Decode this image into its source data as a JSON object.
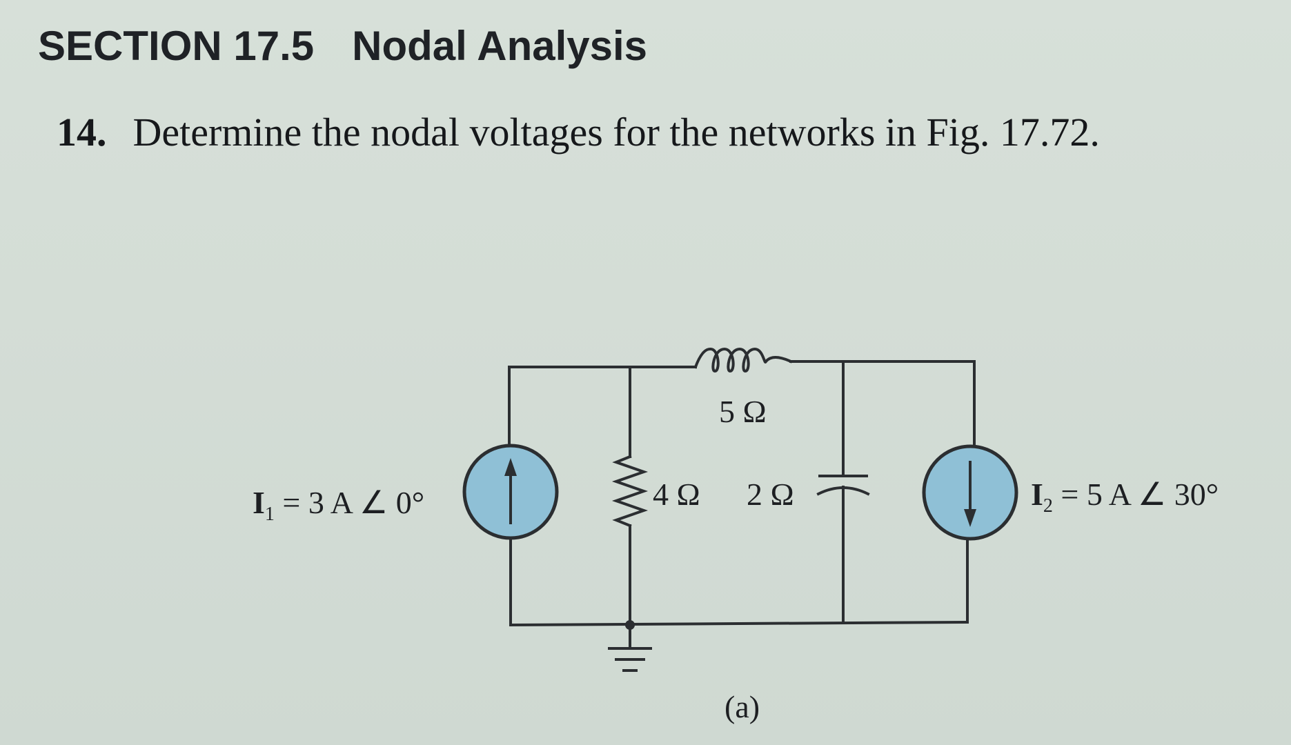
{
  "section": {
    "number": "SECTION 17.5",
    "title": "Nodal Analysis"
  },
  "problem": {
    "number": "14.",
    "text": "Determine the nodal voltages for the networks in Fig. 17.72."
  },
  "figure": {
    "caption": "(a)",
    "source1": {
      "symbol": "I",
      "subscript": "1",
      "value": " = 3 A ∠ 0°"
    },
    "source2": {
      "symbol": "I",
      "subscript": "2",
      "value": " = 5 A ∠ 30°"
    },
    "inductor_label": "5 Ω",
    "resistor_label": "4 Ω",
    "capacitor_label": "2 Ω"
  },
  "colors": {
    "background": "#d4ddd6",
    "wire": "#2b2e31",
    "source_fill": "#8fc0d6"
  }
}
